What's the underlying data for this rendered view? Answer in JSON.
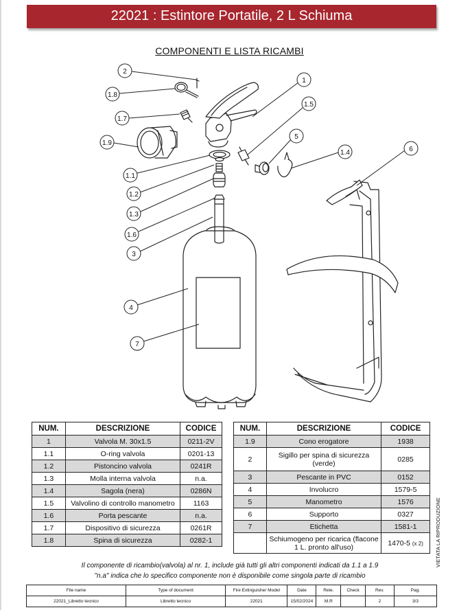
{
  "header": {
    "title": "22021 : Estintore Portatile, 2 L  Schiuma"
  },
  "section_title": "COMPONENTI E LISTA RICAMBI",
  "callouts": [
    "1",
    "1.5",
    "5",
    "1.4",
    "6",
    "2",
    "1.8",
    "1.7",
    "1.9",
    "1.1",
    "1.2",
    "1.3",
    "1.6",
    "3",
    "4",
    "7"
  ],
  "table_headers": {
    "num": "NUM.",
    "desc": "DESCRIZIONE",
    "code": "CODICE"
  },
  "table_left": [
    {
      "num": "1",
      "desc": "Valvola  M. 30x1.5",
      "code": "0211-2V"
    },
    {
      "num": "1.1",
      "desc": "O-ring valvola",
      "code": "0201-13"
    },
    {
      "num": "1.2",
      "desc": "Pistoncino valvola",
      "code": "0241R"
    },
    {
      "num": "1.3",
      "desc": "Molla interna valvola",
      "code": "n.a."
    },
    {
      "num": "1.4",
      "desc": "Sagola (nera)",
      "code": "0286N"
    },
    {
      "num": "1.5",
      "desc": "Valvolino di controllo manometro",
      "code": "1163"
    },
    {
      "num": "1.6",
      "desc": "Porta pescante",
      "code": "n.a."
    },
    {
      "num": "1.7",
      "desc": "Dispositivo di sicurezza",
      "code": "0261R"
    },
    {
      "num": "1.8",
      "desc": "Spina di sicurezza",
      "code": "0282-1"
    }
  ],
  "table_right": [
    {
      "num": "1.9",
      "desc": "Cono erogatore",
      "code": "1938"
    },
    {
      "num": "2",
      "desc": "Sigillo per spina di sicurezza (verde)",
      "code": "0285"
    },
    {
      "num": "3",
      "desc": "Pescante in PVC",
      "code": "0152"
    },
    {
      "num": "4",
      "desc": "Involucro",
      "code": "1579-5"
    },
    {
      "num": "5",
      "desc": "Manometro",
      "code": "1576"
    },
    {
      "num": "6",
      "desc": "Supporto",
      "code": "0327"
    },
    {
      "num": "7",
      "desc": "Etichetta",
      "code": "1581-1"
    },
    {
      "num": "",
      "desc": "Schiumogeno per ricarica (flacone 1 L. pronto all'uso)",
      "code": "1470-5",
      "code_suffix": "(x 2)"
    }
  ],
  "notes": {
    "line1": "Il componente di ricambio(valvola) al nr. 1, include già tutti gli altri componenti indicati da 1.1 a 1.9",
    "line2": "\"n.a\" indica che lo specifico componente non è disponibile come singola parte di ricambio"
  },
  "side_text": "VIETATA LA RIPRODUZIONE",
  "footer": {
    "headers": [
      "File name",
      "Type of document",
      "Fire Extinguisher Model",
      "Date",
      "Rele.",
      "Check",
      "Rev.",
      "Pag."
    ],
    "values": [
      "22021_Libretto tecnico",
      "Libretto tecnico",
      "22021",
      "15/02/2024",
      "M.R",
      "",
      "2",
      "3/3"
    ]
  },
  "colors": {
    "title_bar": "#a8262e",
    "row_shade": "#d9d9d9"
  }
}
